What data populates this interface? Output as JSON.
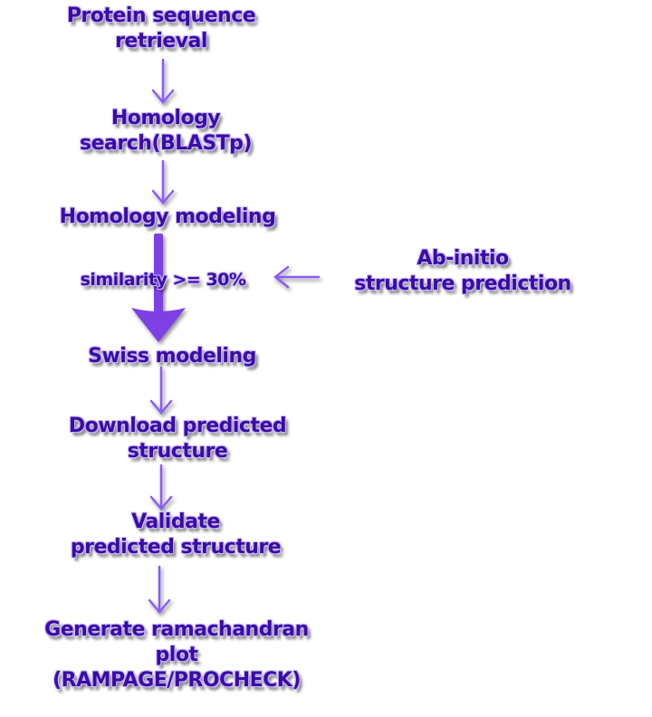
{
  "nodes": {
    "retrieval": [
      "Protein sequence",
      "retrieval"
    ],
    "blast": [
      "Homology",
      "search(BLASTp)"
    ],
    "homology_modeling": [
      "Homology modeling"
    ],
    "condition": [
      "similarity >= 30%"
    ],
    "ab_initio": [
      "Ab-initio",
      "structure prediction"
    ],
    "swiss": [
      "Swiss modeling"
    ],
    "download": [
      "Download predicted",
      "structure"
    ],
    "validate": [
      "Validate",
      "predicted structure"
    ],
    "ramachandran": [
      "Generate ramachandran",
      "plot",
      "(RAMPAGE/PROCHECK)"
    ]
  },
  "colors": {
    "text": "#3a0ca3",
    "arrow": "#8a5cf5"
  }
}
